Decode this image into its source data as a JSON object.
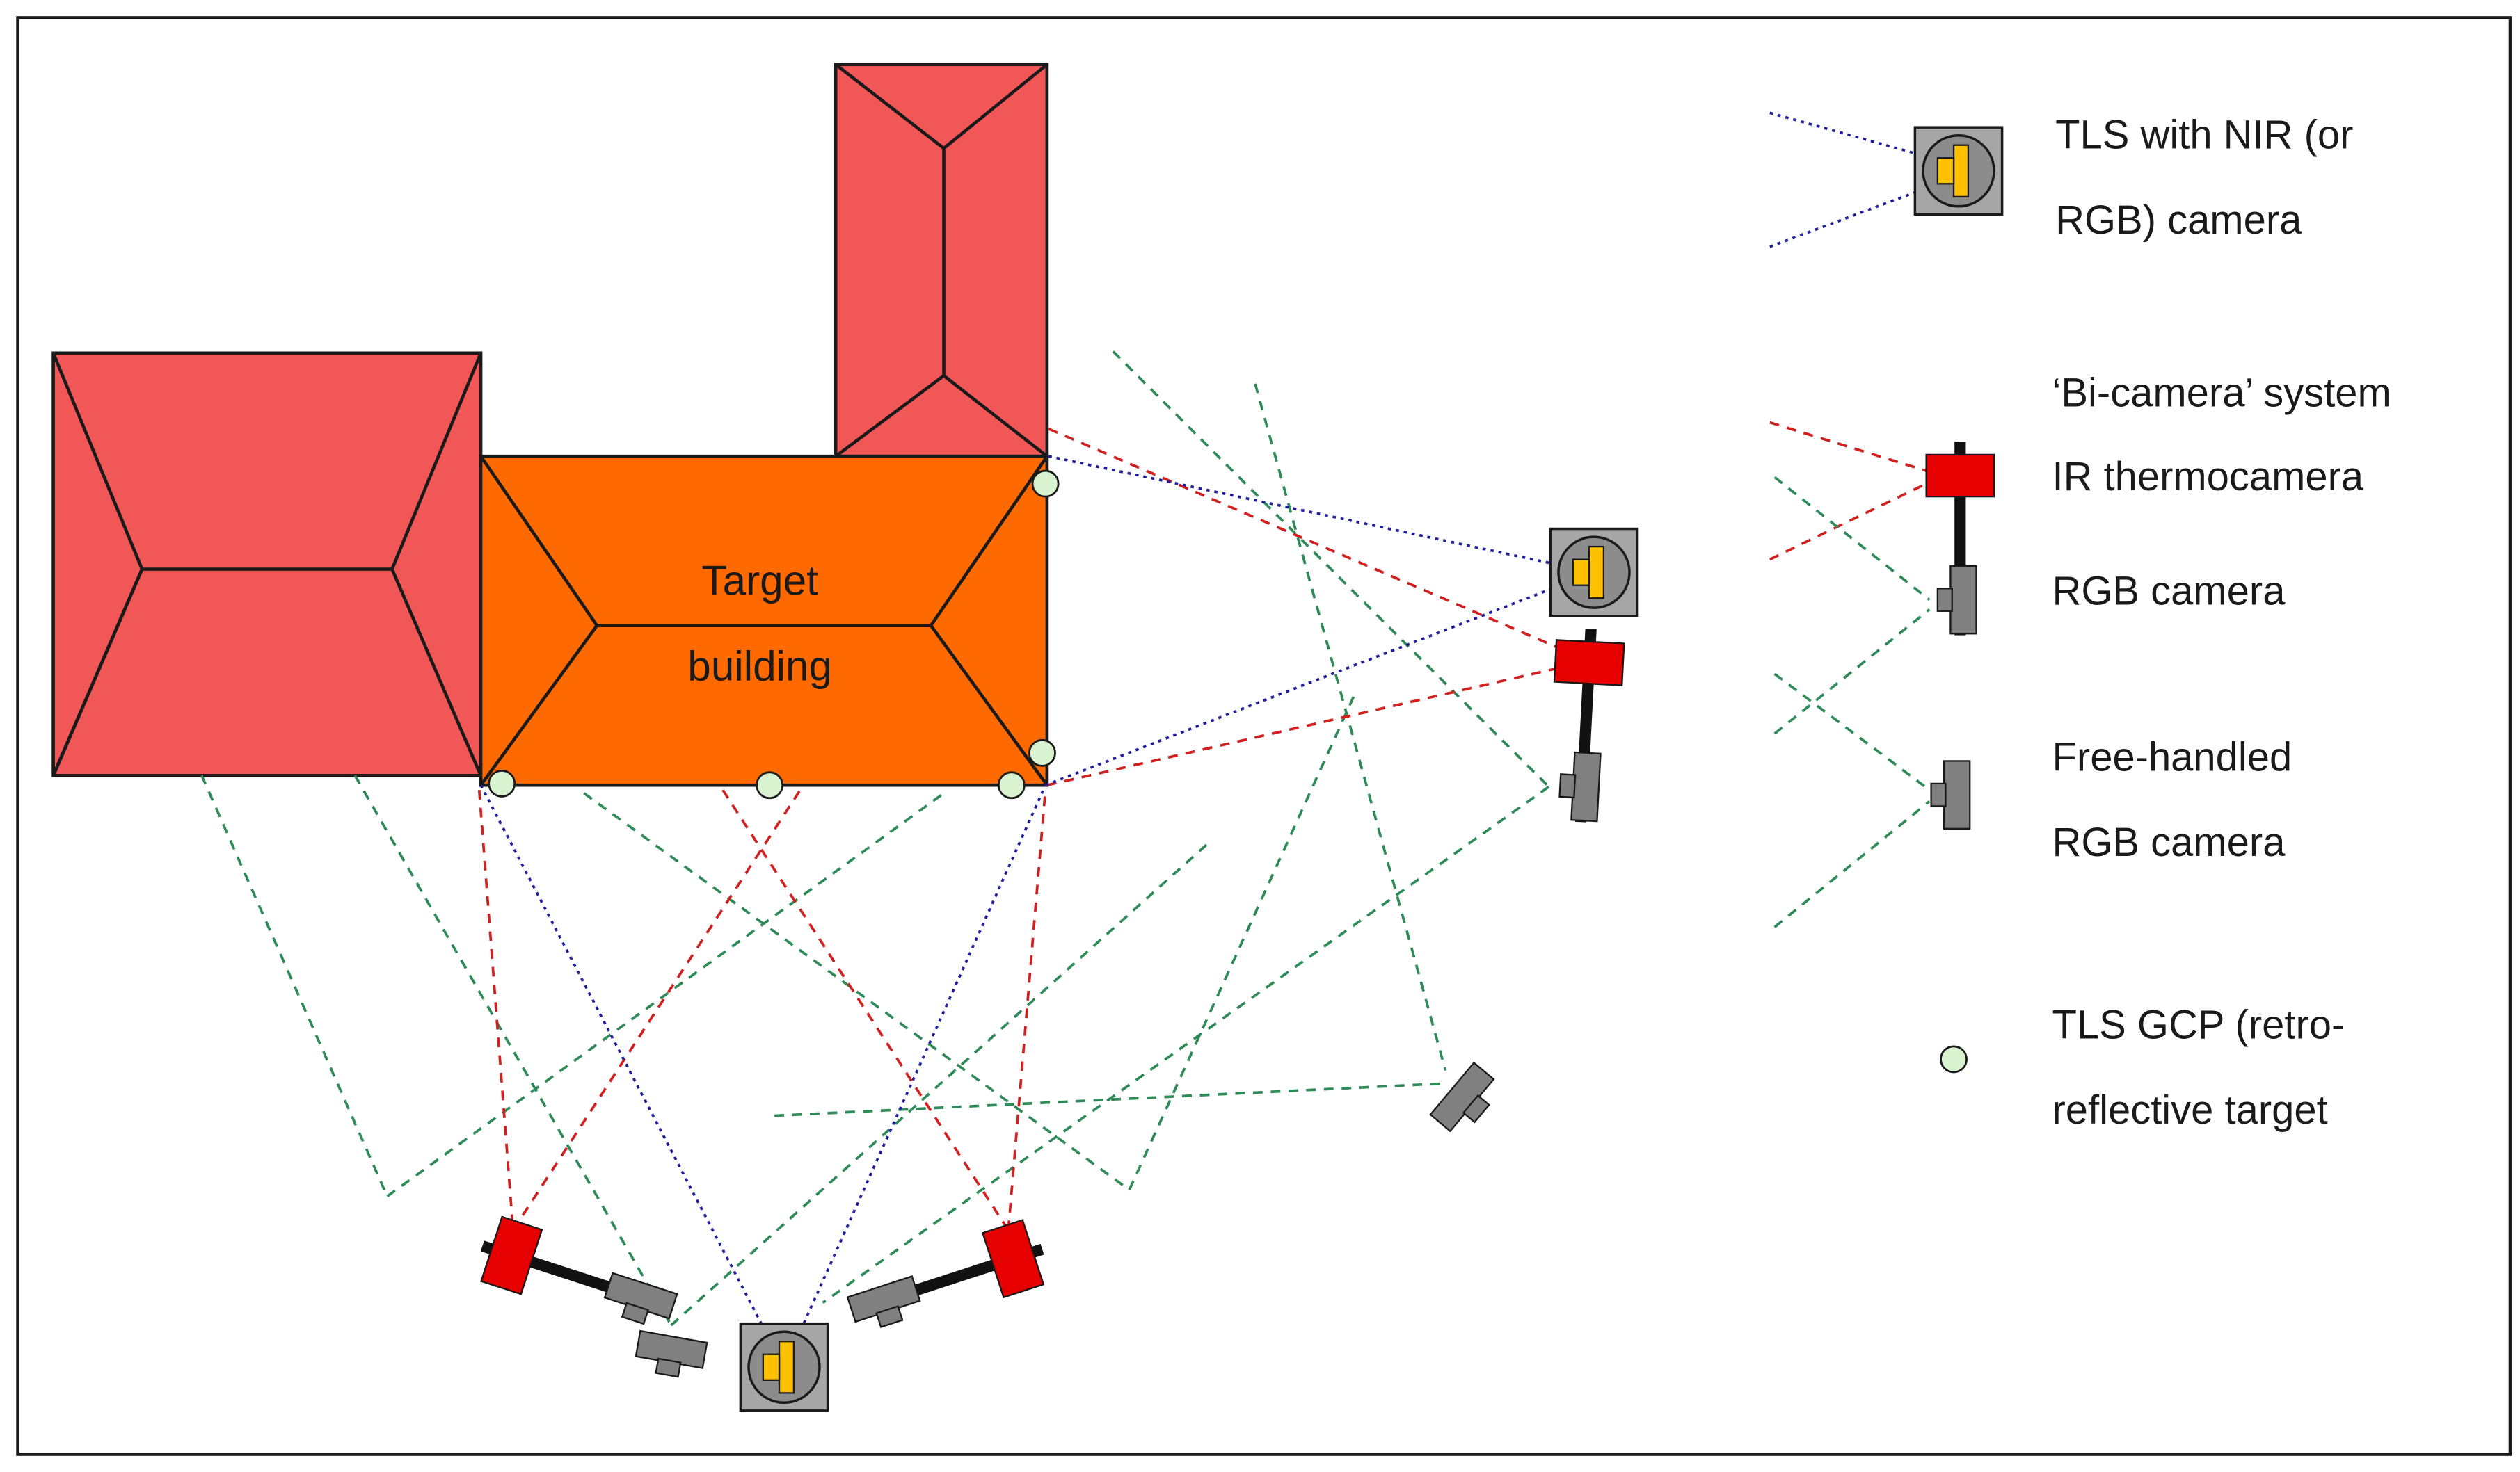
{
  "colors": {
    "background": "#ffffff",
    "border": "#1a1a1a",
    "building_neighbor": "#f25757",
    "building_target": "#ff6a00",
    "tls_device_body": "#a6a6a6",
    "tls_device_core": "#ffc000",
    "thermo_camera": "#e60000",
    "rgb_camera": "#808080",
    "gcp_target": "#d9f2d0",
    "tls_view_line": "#1f1fa0",
    "thermo_view_line": "#d02020",
    "rgb_view_line": "#2e8b57"
  },
  "target_building": {
    "label_line1": "Target",
    "label_line2": "building"
  },
  "legend": {
    "tls_label_line1": "TLS with NIR (or",
    "tls_label_line2": "RGB) camera",
    "bicamera_title": "‘Bi-camera’ system",
    "ir_label": "IR thermocamera",
    "rgb_label": "RGB camera",
    "free_label_line1": "Free-handled",
    "free_label_line2": "RGB camera",
    "gcp_label_line1": "TLS GCP (retro-",
    "gcp_label_line2": "reflective target"
  },
  "icons": {
    "tls": "tls-scanner-icon",
    "thermo": "ir-thermocamera-icon",
    "rgb": "rgb-camera-icon",
    "gcp": "gcp-target-icon"
  }
}
